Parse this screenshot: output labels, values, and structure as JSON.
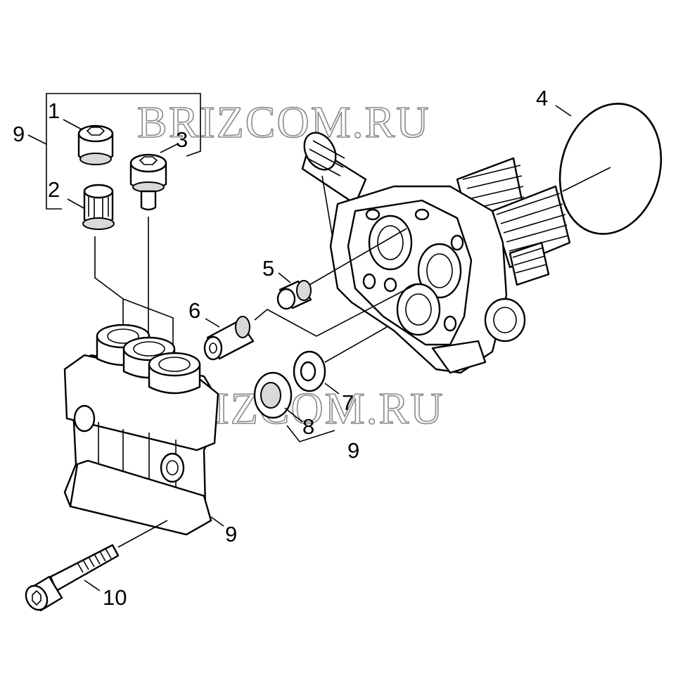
{
  "watermarks": [
    "BRIZCOM.RU",
    "BRIZCOM.RU"
  ],
  "callouts": {
    "c1": "1",
    "c2": "2",
    "c3": "3",
    "c4": "4",
    "c5": "5",
    "c6": "6",
    "c7": "7",
    "c8": "8",
    "c9_topleft": "9",
    "c9_seals": "9",
    "c9_housing": "9",
    "c10": "10"
  },
  "colors": {
    "line": "#000000",
    "background": "#ffffff",
    "watermark_outline": "#8a8a8a"
  }
}
